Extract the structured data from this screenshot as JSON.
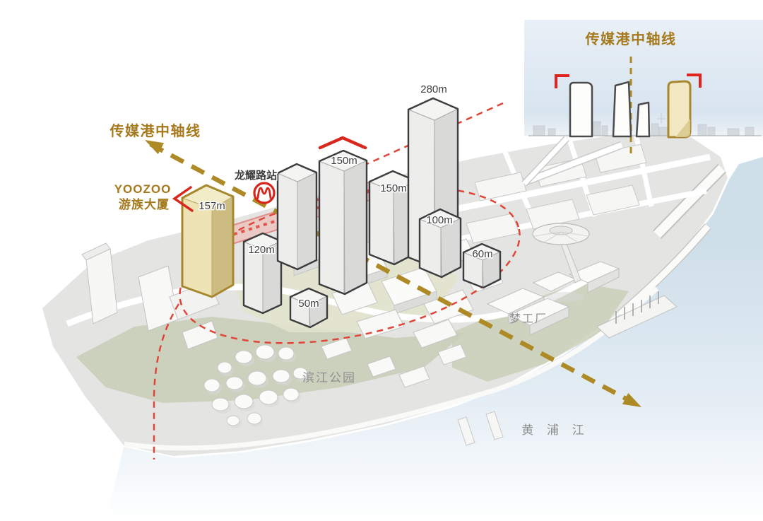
{
  "labels": {
    "main_axis": "传媒港中轴线",
    "inset_title": "传媒港中轴线",
    "yoozoo_line1": "YOOZOO",
    "yoozoo_line2": "游族大厦",
    "station": "龙耀路站",
    "park": "滨江公园",
    "dreamworks": "梦工厂",
    "river": "黄 浦 江"
  },
  "buildings": {
    "heights": [
      "157m",
      "120m",
      "150m",
      "150m",
      "280m",
      "100m",
      "60m",
      "50m"
    ]
  },
  "icons": {
    "metro": "shanghai-metro-icon",
    "axis_arrow": "axis-arrow-icon"
  },
  "colors": {
    "gold_text": "#A6791C",
    "gold_line": "#AD8A26",
    "gold_tower_fill": "#F0E7C2",
    "red_accent": "#D8281D",
    "red_dash": "#E04537",
    "metro_band": "#F2B3AD",
    "label_gray": "#8F8F8F",
    "outline_dark": "#3C3C3E",
    "land": "#E4E5E3",
    "park_green": "#C8CEB7",
    "plaza_green": "#E2E4CC",
    "water": "#CFDFEA"
  }
}
